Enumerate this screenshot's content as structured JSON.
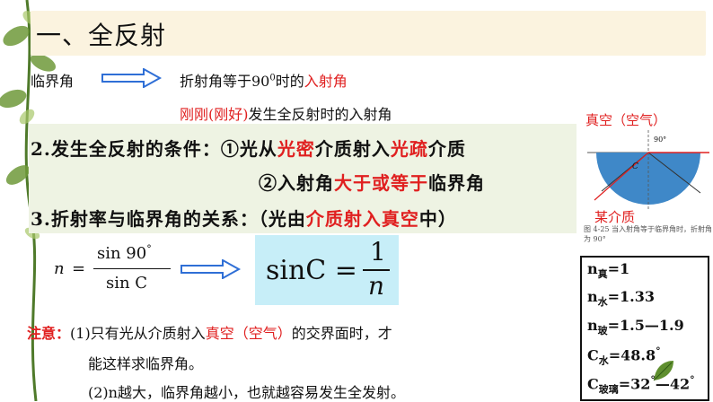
{
  "title": "一、全反射",
  "critical_angle": {
    "label": "临界角",
    "def_prefix": "折射角等于90",
    "def_sup": "0",
    "def_mid": "时的",
    "def_red": "入射角"
  },
  "exact_line": {
    "red": "刚刚(刚好)",
    "rest": "发生全反射时的入射角"
  },
  "conditions": {
    "line1_prefix": "2.发生全反射的条件：①光从",
    "line1_red1": "光密",
    "line1_mid": "介质射入",
    "line1_red2": "光疏",
    "line1_suffix": "介质",
    "line2_prefix": "②入射角",
    "line2_red": "大于或等于",
    "line2_suffix": "临界角",
    "line3_prefix": "3.折射率与临界角的关系：（光由",
    "line3_red1": "介质射入",
    "line3_red2": "真空",
    "line3_suffix": "中）"
  },
  "formula": {
    "n": "n",
    "eq": "=",
    "num": "sin 90",
    "num_sup": "°",
    "den": "sin C",
    "rhs_left": "sinC =",
    "rhs_num": "1",
    "rhs_den": "n"
  },
  "diagram": {
    "top_label": "真空（空气）",
    "bottom_label": "某介质",
    "angle_label": "90°",
    "c_label": "C",
    "caption": "图 4-25  当入射角等于临界角时，折射角为 90°"
  },
  "data_box": {
    "n_vac": "n",
    "n_vac_sub": "真",
    "n_vac_val": "=1",
    "n_water": "n",
    "n_water_sub": "水",
    "n_water_val": "=1.33",
    "n_glass": "n",
    "n_glass_sub": "玻",
    "n_glass_val": "=1.5—1.9",
    "c_water": "C",
    "c_water_sub": "水",
    "c_water_val": "=48.8",
    "c_water_deg": "°",
    "c_glass": "C",
    "c_glass_sub": "玻璃",
    "c_glass_val": "=32",
    "c_glass_deg1": "°",
    "c_glass_dash": "—",
    "c_glass_val2": "42",
    "c_glass_deg2": "°"
  },
  "note": {
    "label": "注意：",
    "line1_prefix": "(1)只有光从介质射入",
    "line1_red": "真空（空气）",
    "line1_suffix": "的交界面时，才",
    "line2": "能这样求临界角。",
    "line3": "(2)n越大，临界角越小，也就越容易发生全发射。"
  },
  "colors": {
    "accent_red": "#e02020",
    "arrow_blue": "#2f6fd6",
    "title_bg": "#fbf3df",
    "box_bg": "#eef3e3",
    "formula_bg": "#c7eef8"
  }
}
